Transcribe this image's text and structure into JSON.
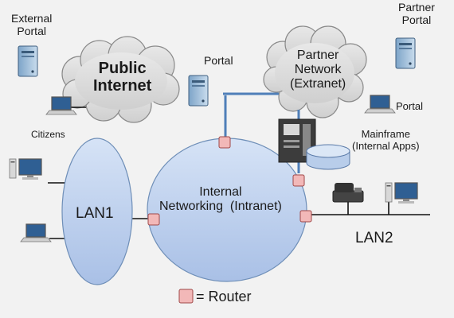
{
  "labels": {
    "external_portal": "External\nPortal",
    "partner_portal": "Partner\nPortal",
    "portal_center": "Portal",
    "portal_right": "Portal",
    "public_internet": "Public\nInternet",
    "partner_network": "Partner\nNetwork\n(Extranet)",
    "citizens": "Citizens",
    "mainframe": "Mainframe\n(Internal Apps)",
    "lan1": "LAN1",
    "lan2": "LAN2",
    "intranet": "Internal\nNetworking  (Intranet)",
    "router_legend": "= Router"
  },
  "colors": {
    "cloud": "#dcdcdc",
    "ellipse": "#bcd0ef",
    "router": "#f2b8b8",
    "link": "#4f7fb8"
  },
  "icons": [
    "server-icon",
    "laptop-icon",
    "desktop-icon",
    "mainframe-icon",
    "database-icon",
    "telephone-icon",
    "router-icon"
  ]
}
